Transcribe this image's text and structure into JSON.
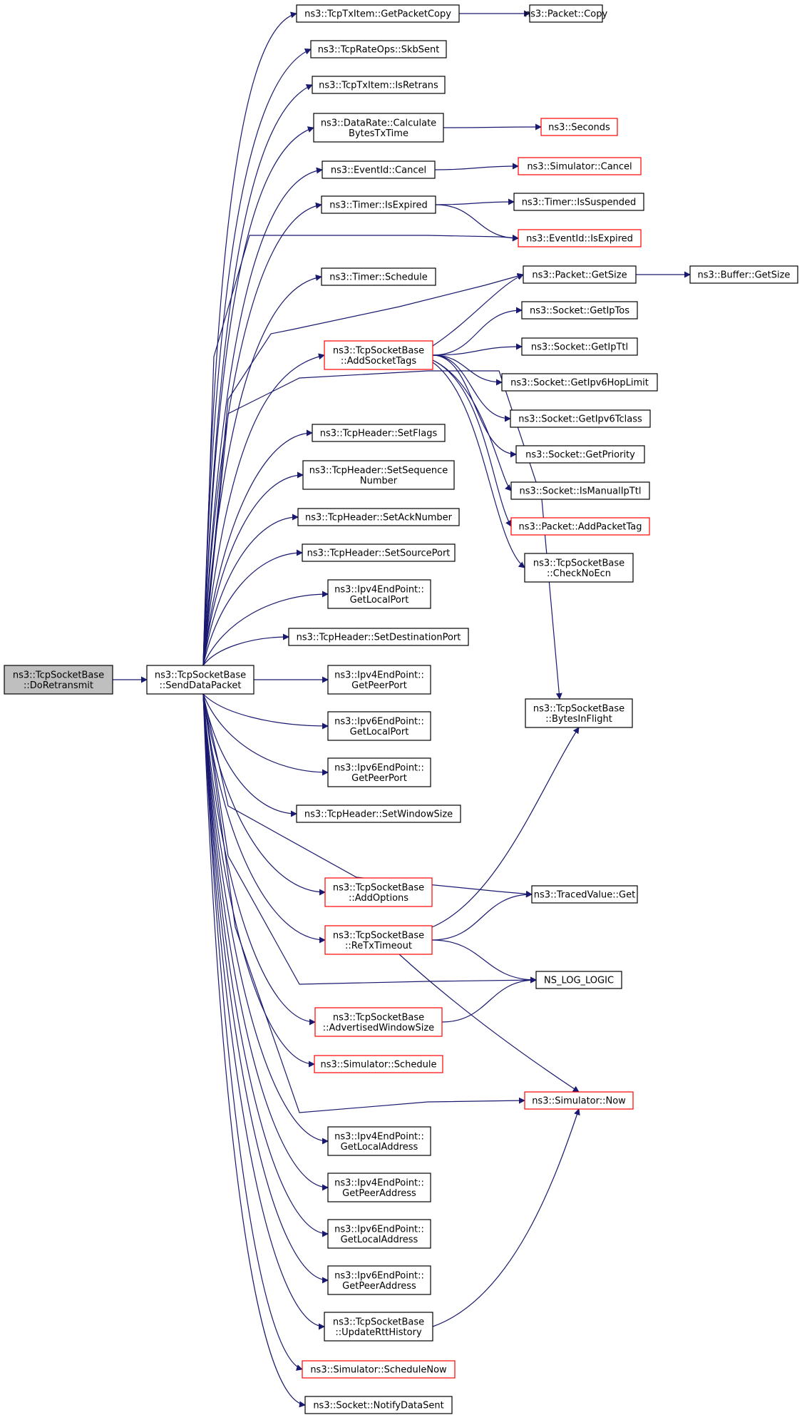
{
  "colors": {
    "edge": "#191970",
    "black_border": "#000000",
    "red_border": "#ff0000",
    "root_fill": "#bfbfbf",
    "node_fill": "#ffffff",
    "text": "#000000"
  },
  "nodes": [
    {
      "id": "doretransmit",
      "lines": [
        "ns3::TcpSocketBase",
        "::DoRetransmit"
      ],
      "style": "root"
    },
    {
      "id": "senddatapacket",
      "lines": [
        "ns3::TcpSocketBase",
        "::SendDataPacket"
      ],
      "style": "black"
    },
    {
      "id": "getpacketcopy",
      "lines": [
        "ns3::TcpTxItem::GetPacketCopy"
      ],
      "style": "black"
    },
    {
      "id": "packetcopy",
      "lines": [
        "ns3::Packet::Copy"
      ],
      "style": "black"
    },
    {
      "id": "skbsent",
      "lines": [
        "ns3::TcpRateOps::SkbSent"
      ],
      "style": "black"
    },
    {
      "id": "isretrans",
      "lines": [
        "ns3::TcpTxItem::IsRetrans"
      ],
      "style": "black"
    },
    {
      "id": "calcbytes",
      "lines": [
        "ns3::DataRate::Calculate",
        "BytesTxTime"
      ],
      "style": "black"
    },
    {
      "id": "seconds",
      "lines": [
        "ns3::Seconds"
      ],
      "style": "red"
    },
    {
      "id": "eventcancel",
      "lines": [
        "ns3::EventId::Cancel"
      ],
      "style": "black"
    },
    {
      "id": "simcancel",
      "lines": [
        "ns3::Simulator::Cancel"
      ],
      "style": "red"
    },
    {
      "id": "timerisexpired",
      "lines": [
        "ns3::Timer::IsExpired"
      ],
      "style": "black"
    },
    {
      "id": "timerissuspended",
      "lines": [
        "ns3::Timer::IsSuspended"
      ],
      "style": "black"
    },
    {
      "id": "eventisexpired",
      "lines": [
        "ns3::EventId::IsExpired"
      ],
      "style": "red"
    },
    {
      "id": "timerschedule",
      "lines": [
        "ns3::Timer::Schedule"
      ],
      "style": "black"
    },
    {
      "id": "packetgetsize",
      "lines": [
        "ns3::Packet::GetSize"
      ],
      "style": "black"
    },
    {
      "id": "buffergetsize",
      "lines": [
        "ns3::Buffer::GetSize"
      ],
      "style": "black"
    },
    {
      "id": "addsockettags",
      "lines": [
        "ns3::TcpSocketBase",
        "::AddSocketTags"
      ],
      "style": "red"
    },
    {
      "id": "getiptos",
      "lines": [
        "ns3::Socket::GetIpTos"
      ],
      "style": "black"
    },
    {
      "id": "getipttl",
      "lines": [
        "ns3::Socket::GetIpTtl"
      ],
      "style": "black"
    },
    {
      "id": "getipv6hoplimit",
      "lines": [
        "ns3::Socket::GetIpv6HopLimit"
      ],
      "style": "black"
    },
    {
      "id": "getipv6tclass",
      "lines": [
        "ns3::Socket::GetIpv6Tclass"
      ],
      "style": "black"
    },
    {
      "id": "getpriority",
      "lines": [
        "ns3::Socket::GetPriority"
      ],
      "style": "black"
    },
    {
      "id": "ismanualipttl",
      "lines": [
        "ns3::Socket::IsManualIpTtl"
      ],
      "style": "black"
    },
    {
      "id": "addpackettag",
      "lines": [
        "ns3::Packet::AddPacketTag"
      ],
      "style": "red"
    },
    {
      "id": "checknoecn",
      "lines": [
        "ns3::TcpSocketBase",
        "::CheckNoEcn"
      ],
      "style": "black"
    },
    {
      "id": "setflags",
      "lines": [
        "ns3::TcpHeader::SetFlags"
      ],
      "style": "black"
    },
    {
      "id": "setsequence",
      "lines": [
        "ns3::TcpHeader::SetSequence",
        "Number"
      ],
      "style": "black"
    },
    {
      "id": "setacknumber",
      "lines": [
        "ns3::TcpHeader::SetAckNumber"
      ],
      "style": "black"
    },
    {
      "id": "setsourceport",
      "lines": [
        "ns3::TcpHeader::SetSourcePort"
      ],
      "style": "black"
    },
    {
      "id": "ipv4getlocalport",
      "lines": [
        "ns3::Ipv4EndPoint::",
        "GetLocalPort"
      ],
      "style": "black"
    },
    {
      "id": "setdestport",
      "lines": [
        "ns3::TcpHeader::SetDestinationPort"
      ],
      "style": "black"
    },
    {
      "id": "ipv4getpeerport",
      "lines": [
        "ns3::Ipv4EndPoint::",
        "GetPeerPort"
      ],
      "style": "black"
    },
    {
      "id": "ipv6getlocalport",
      "lines": [
        "ns3::Ipv6EndPoint::",
        "GetLocalPort"
      ],
      "style": "black"
    },
    {
      "id": "ipv6getpeerport",
      "lines": [
        "ns3::Ipv6EndPoint::",
        "GetPeerPort"
      ],
      "style": "black"
    },
    {
      "id": "setwindowsize",
      "lines": [
        "ns3::TcpHeader::SetWindowSize"
      ],
      "style": "black"
    },
    {
      "id": "bytesinflight",
      "lines": [
        "ns3::TcpSocketBase",
        "::BytesInFlight"
      ],
      "style": "black"
    },
    {
      "id": "addoptions",
      "lines": [
        "ns3::TcpSocketBase",
        "::AddOptions"
      ],
      "style": "red"
    },
    {
      "id": "tracedvalueget",
      "lines": [
        "ns3::TracedValue::Get"
      ],
      "style": "black"
    },
    {
      "id": "retxtimeout",
      "lines": [
        "ns3::TcpSocketBase",
        "::ReTxTimeout"
      ],
      "style": "red"
    },
    {
      "id": "nsloglogic",
      "lines": [
        "NS_LOG_LOGIC"
      ],
      "style": "black"
    },
    {
      "id": "advwindowsize",
      "lines": [
        "ns3::TcpSocketBase",
        "::AdvertisedWindowSize"
      ],
      "style": "red"
    },
    {
      "id": "simschedule",
      "lines": [
        "ns3::Simulator::Schedule"
      ],
      "style": "red"
    },
    {
      "id": "simnow",
      "lines": [
        "ns3::Simulator::Now"
      ],
      "style": "red"
    },
    {
      "id": "ipv4getlocaladdr",
      "lines": [
        "ns3::Ipv4EndPoint::",
        "GetLocalAddress"
      ],
      "style": "black"
    },
    {
      "id": "ipv4getpeeraddr",
      "lines": [
        "ns3::Ipv4EndPoint::",
        "GetPeerAddress"
      ],
      "style": "black"
    },
    {
      "id": "ipv6getlocaladdr",
      "lines": [
        "ns3::Ipv6EndPoint::",
        "GetLocalAddress"
      ],
      "style": "black"
    },
    {
      "id": "ipv6getpeeraddr",
      "lines": [
        "ns3::Ipv6EndPoint::",
        "GetPeerAddress"
      ],
      "style": "black"
    },
    {
      "id": "updatertthistory",
      "lines": [
        "ns3::TcpSocketBase",
        "::UpdateRttHistory"
      ],
      "style": "black"
    },
    {
      "id": "simschedulenow",
      "lines": [
        "ns3::Simulator::ScheduleNow"
      ],
      "style": "red"
    },
    {
      "id": "notifydatasent",
      "lines": [
        "ns3::Socket::NotifyDataSent"
      ],
      "style": "black"
    }
  ],
  "edges": [
    [
      "doretransmit",
      "senddatapacket"
    ],
    [
      "senddatapacket",
      "getpacketcopy"
    ],
    [
      "getpacketcopy",
      "packetcopy"
    ],
    [
      "senddatapacket",
      "skbsent"
    ],
    [
      "senddatapacket",
      "isretrans"
    ],
    [
      "senddatapacket",
      "calcbytes"
    ],
    [
      "calcbytes",
      "seconds"
    ],
    [
      "senddatapacket",
      "eventcancel"
    ],
    [
      "eventcancel",
      "simcancel"
    ],
    [
      "senddatapacket",
      "timerisexpired"
    ],
    [
      "timerisexpired",
      "timerissuspended"
    ],
    [
      "timerisexpired",
      "eventisexpired"
    ],
    [
      "senddatapacket",
      "eventisexpired"
    ],
    [
      "senddatapacket",
      "timerschedule"
    ],
    [
      "senddatapacket",
      "packetgetsize"
    ],
    [
      "packetgetsize",
      "buffergetsize"
    ],
    [
      "senddatapacket",
      "addsockettags"
    ],
    [
      "addsockettags",
      "packetgetsize"
    ],
    [
      "addsockettags",
      "getiptos"
    ],
    [
      "addsockettags",
      "getipttl"
    ],
    [
      "addsockettags",
      "getipv6hoplimit"
    ],
    [
      "addsockettags",
      "getipv6tclass"
    ],
    [
      "addsockettags",
      "getpriority"
    ],
    [
      "addsockettags",
      "ismanualipttl"
    ],
    [
      "addsockettags",
      "addpackettag"
    ],
    [
      "addsockettags",
      "checknoecn"
    ],
    [
      "senddatapacket",
      "bytesinflight"
    ],
    [
      "senddatapacket",
      "setflags"
    ],
    [
      "senddatapacket",
      "setsequence"
    ],
    [
      "senddatapacket",
      "setacknumber"
    ],
    [
      "senddatapacket",
      "setsourceport"
    ],
    [
      "senddatapacket",
      "ipv4getlocalport"
    ],
    [
      "senddatapacket",
      "setdestport"
    ],
    [
      "senddatapacket",
      "ipv4getpeerport"
    ],
    [
      "senddatapacket",
      "ipv6getlocalport"
    ],
    [
      "senddatapacket",
      "ipv6getpeerport"
    ],
    [
      "senddatapacket",
      "setwindowsize"
    ],
    [
      "senddatapacket",
      "tracedvalueget"
    ],
    [
      "senddatapacket",
      "addoptions"
    ],
    [
      "senddatapacket",
      "retxtimeout"
    ],
    [
      "retxtimeout",
      "tracedvalueget"
    ],
    [
      "retxtimeout",
      "bytesinflight"
    ],
    [
      "retxtimeout",
      "nsloglogic"
    ],
    [
      "retxtimeout",
      "simnow"
    ],
    [
      "senddatapacket",
      "nsloglogic"
    ],
    [
      "senddatapacket",
      "advwindowsize"
    ],
    [
      "advwindowsize",
      "nsloglogic"
    ],
    [
      "senddatapacket",
      "simschedule"
    ],
    [
      "senddatapacket",
      "simnow"
    ],
    [
      "senddatapacket",
      "ipv4getlocaladdr"
    ],
    [
      "senddatapacket",
      "ipv4getpeeraddr"
    ],
    [
      "senddatapacket",
      "ipv6getlocaladdr"
    ],
    [
      "senddatapacket",
      "ipv6getpeeraddr"
    ],
    [
      "senddatapacket",
      "updatertthistory"
    ],
    [
      "updatertthistory",
      "simnow"
    ],
    [
      "senddatapacket",
      "simschedulenow"
    ],
    [
      "senddatapacket",
      "notifydatasent"
    ]
  ]
}
